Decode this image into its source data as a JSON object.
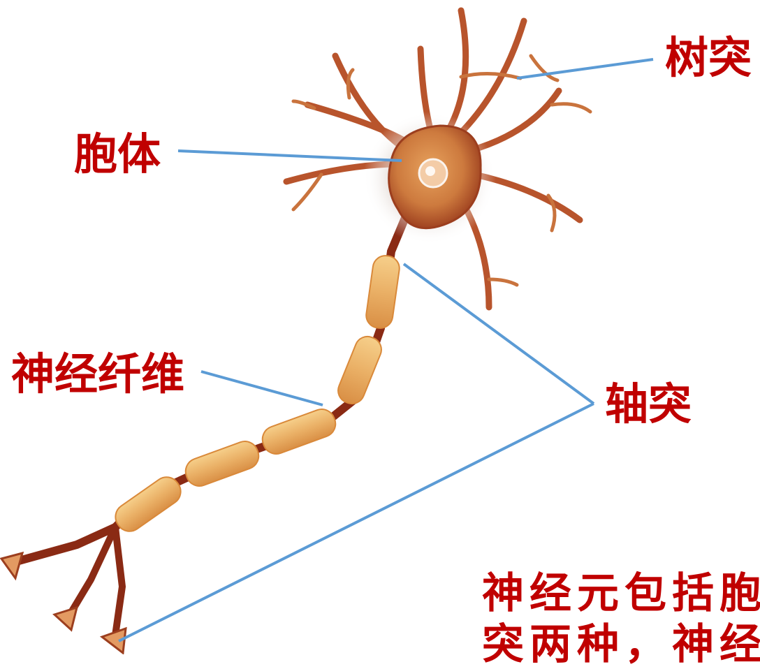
{
  "labels": {
    "dendrite": "树突",
    "soma": "胞体",
    "nerve_fiber": "神经纤维",
    "axon": "轴突"
  },
  "caption": {
    "line1": "神经元包括胞",
    "line2": "突两种，神经"
  },
  "colors": {
    "label_text": "#c00000",
    "leader_line": "#5b9bd5",
    "neuron_body": "#c8632f",
    "neuron_dark": "#8a2a14",
    "myelin": "#f0b860",
    "dendrite": "#b8542c"
  }
}
